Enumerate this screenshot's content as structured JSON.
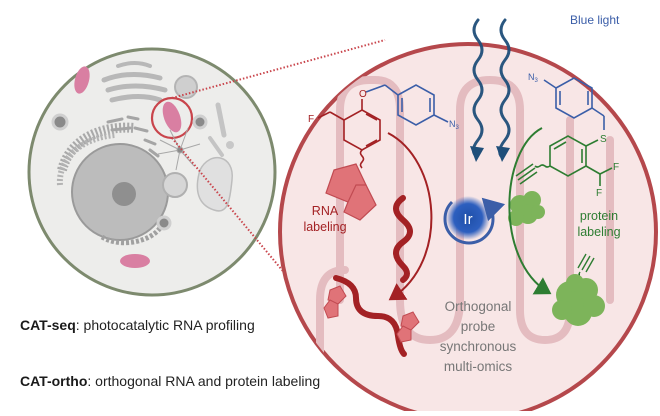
{
  "figure": {
    "light_label": "Blue light",
    "catalyst_label": "Ir",
    "rna_label_line1": "RNA",
    "rna_label_line2": "labeling",
    "protein_label_line1": "protein",
    "protein_label_line2": "labeling",
    "center_text": [
      "Orthogonal",
      "probe",
      "synchronous",
      "multi-omics"
    ],
    "left_probe": {
      "atoms": {
        "fluorine": "F",
        "oxygen": "O",
        "azide": "N",
        "azide_sub": "3"
      }
    },
    "right_probe": {
      "atoms": {
        "azide": "N",
        "azide_sub": "3",
        "sulfur": "S",
        "fluorine_1": "F",
        "fluorine_2": "F"
      }
    }
  },
  "captions": [
    {
      "bold": "CAT-seq",
      "rest": ": photocatalytic RNA profiling"
    },
    {
      "bold": "CAT-ortho",
      "rest": ": orthogonal RNA and protein labeling"
    }
  ],
  "colors": {
    "mito_outline": "#b5484c",
    "mito_fill": "#f8e6e6",
    "cristae": "#e4bcc0",
    "rna_red": "#a32124",
    "rna_probe_fill": "#e07378",
    "blue": "#3b5ea8",
    "light_wave": "#1f4e79",
    "green": "#2e7d32",
    "protein_green": "#7db45a",
    "cell_border": "#7d8a6e",
    "cell_fill": "#ededeb",
    "gray_text": "#777777"
  }
}
